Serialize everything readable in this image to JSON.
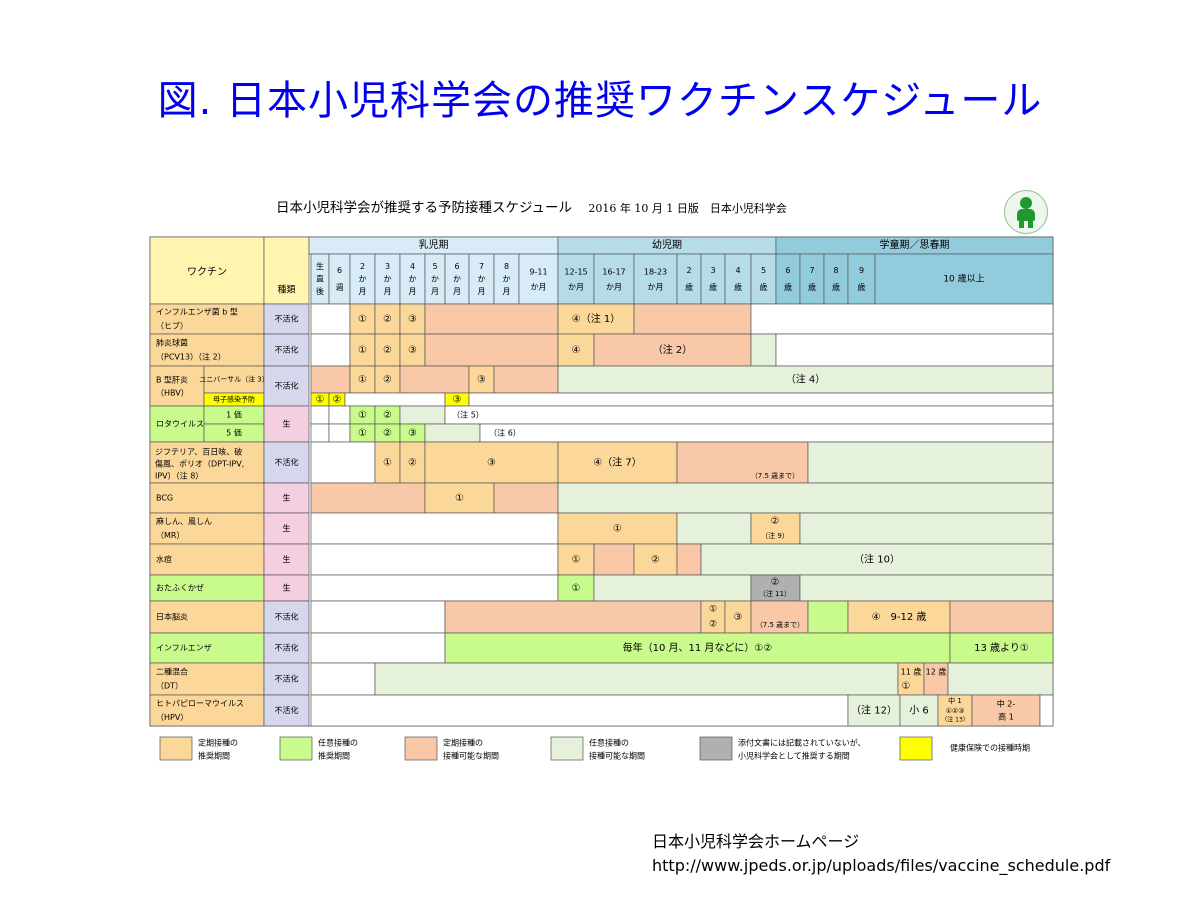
{
  "title": "図. 日本小児科学会の推奨ワクチンスケジュール",
  "schedule_title": "日本小児科学会が推奨する予防接種スケジュール",
  "schedule_date": "2016 年 10 月 1 日版　日本小児科学会",
  "credit": {
    "name": "日本小児科学会ホームページ",
    "url": "http://www.jpeds.or.jp/uploads/files/vaccine_schedule.pdf"
  },
  "colors": {
    "orange": "#fbd89a",
    "green": "#c8fa8c",
    "salmon": "#f8c8a8",
    "pale": "#e6f1dc",
    "gray": "#b0b0b0",
    "yellow": "#ffff00",
    "blue_light": "#d8ecf8",
    "blue_mid": "#b6dbe9",
    "blue_dark": "#92cbdc",
    "type_red": "#f4cfe0",
    "type_blue": "#d6d6ec",
    "type_yellow": "#fff5b0"
  },
  "header": {
    "vaccine": "ワクチン",
    "type": "種類",
    "periods": [
      "乳児期",
      "幼児期",
      "学童期／思春期"
    ],
    "ages": [
      "生直後",
      "6週",
      "2か月",
      "3か月",
      "4か月",
      "5か月",
      "6か月",
      "7か月",
      "8か月",
      "9-11か月",
      "12-15か月",
      "16-17か月",
      "18-23か月",
      "2歳",
      "3歳",
      "4歳",
      "5歳",
      "6歳",
      "7歳",
      "8歳",
      "9歳",
      "10 歳以上"
    ]
  },
  "vaccines": [
    {
      "name": "インフルエンザ菌 b 型（ヒブ）",
      "type": "不活化"
    },
    {
      "name": "肺炎球菌（PCV13）（注 2）",
      "type": "不活化"
    },
    {
      "name": "B 型肝炎（HBV）",
      "type": "不活化",
      "sub": [
        "ユニバーサル（注 3）",
        "母子感染予防"
      ]
    },
    {
      "name": "ロタウイルス",
      "type": "生",
      "sub": [
        "1 価",
        "5 価"
      ]
    },
    {
      "name": "ジフテリア、百日咳、破傷風、ポリオ（DPT-IPV, IPV）（注 8）",
      "type": "不活化"
    },
    {
      "name": "BCG",
      "type": "生"
    },
    {
      "name": "麻しん、風しん（MR）",
      "type": "生"
    },
    {
      "name": "水痘",
      "type": "生"
    },
    {
      "name": "おたふくかぜ",
      "type": "生"
    },
    {
      "name": "日本脳炎",
      "type": "不活化"
    },
    {
      "name": "インフルエンザ",
      "type": "不活化"
    },
    {
      "name": "二種混合（DT）",
      "type": "不活化"
    },
    {
      "name": "ヒトパピローマウイルス（HPV）",
      "type": "不活化"
    }
  ],
  "cell_text": {
    "d1": "①",
    "d2": "②",
    "d3": "③",
    "d4": "④",
    "hib_note": "④（注 1）",
    "pcv_note": "（注 2）",
    "hbv_note": "（注 4）",
    "rota1_note": "（注 5）",
    "rota5_note": "（注 6）",
    "dpt_note": "④（注 7）",
    "dpt_75": "（7.5 歳まで）",
    "mr_note": "（注 9）",
    "var_note": "（注 10）",
    "mumps_note": "（注 11）",
    "je_75": "（7.5 歳まで）",
    "je_912": "④　9-12 歳",
    "flu_yearly": "毎年（10 月、11 月などに）①②",
    "flu_13": "13 歳より①",
    "dt_11": "11 歳",
    "dt_12": "12 歳",
    "hpv_note": "（注 12）",
    "hpv_sho6": "小 6",
    "hpv_chu1": "中 1",
    "hpv_123": "①②③",
    "hpv_note13": "（注 13）",
    "hpv_chu2": "中 2-",
    "hpv_ko1": "高 1"
  },
  "legend": [
    {
      "color": "orange",
      "label": "定期接種の推奨期間"
    },
    {
      "color": "green",
      "label": "任意接種の推奨期間"
    },
    {
      "color": "salmon",
      "label": "定期接種の接種可能な期間"
    },
    {
      "color": "pale",
      "label": "任意接種の接種可能な期間"
    },
    {
      "color": "gray",
      "label": "添付文書には記載されていないが、小児科学会として推奨する期間"
    },
    {
      "color": "yellow",
      "label": "健康保険での接種時期"
    }
  ]
}
